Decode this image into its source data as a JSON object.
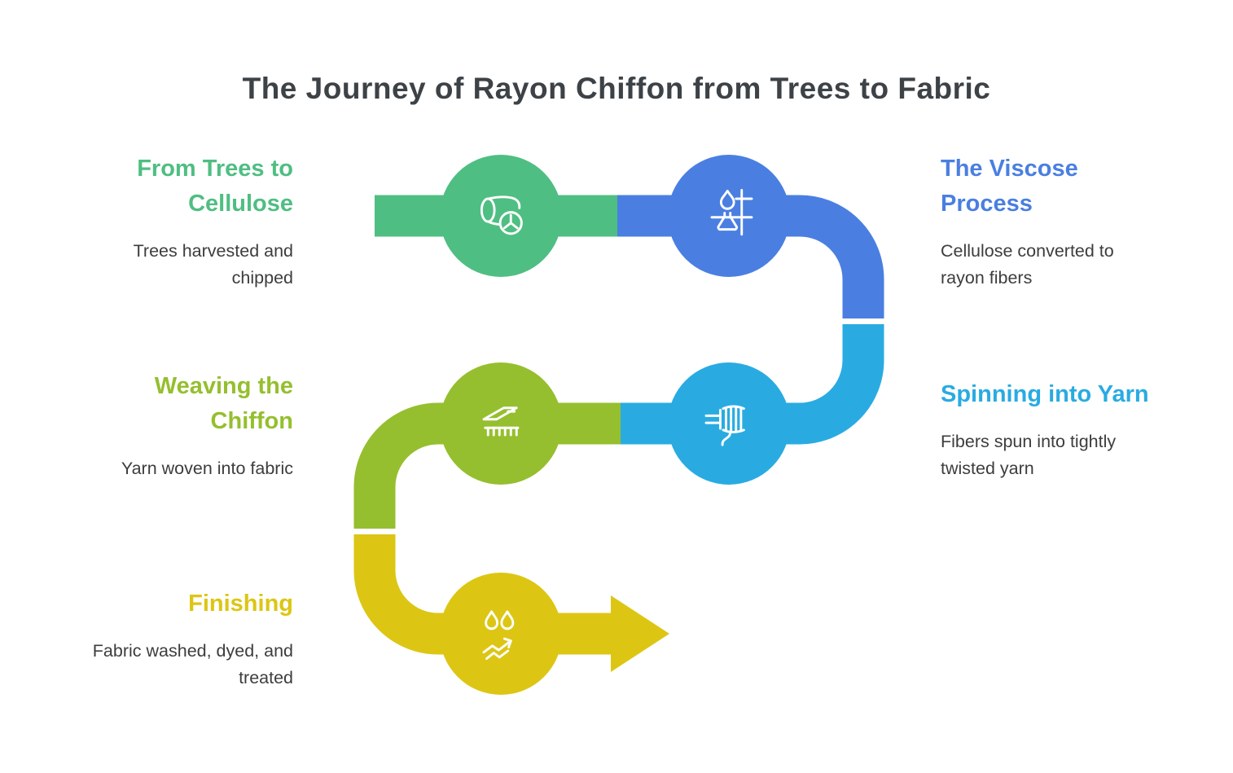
{
  "title": {
    "text": "The Journey of Rayon Chiffon from Trees to Fabric",
    "color": "#3d4247"
  },
  "text_color": "#3d3d3d",
  "steps": [
    {
      "title": "From Trees to Cellulose",
      "description": "Trees harvested and chipped",
      "color": "#4fbe82",
      "icon": "log-icon"
    },
    {
      "title": "The Viscose Process",
      "description": "Cellulose converted to rayon fibers",
      "color": "#4a7fe1",
      "icon": "bunsen-burner-icon"
    },
    {
      "title": "Spinning into Yarn",
      "description": "Fibers spun into tightly twisted yarn",
      "color": "#29abe2",
      "icon": "yarn-hank-icon"
    },
    {
      "title": "Weaving the Chiffon",
      "description": "Yarn woven into fabric",
      "color": "#95bf2e",
      "icon": "loom-shuttle-icon"
    },
    {
      "title": "Finishing",
      "description": "Fabric washed, dyed, and treated",
      "color": "#dcc613",
      "icon": "water-droplets-icon"
    }
  ]
}
